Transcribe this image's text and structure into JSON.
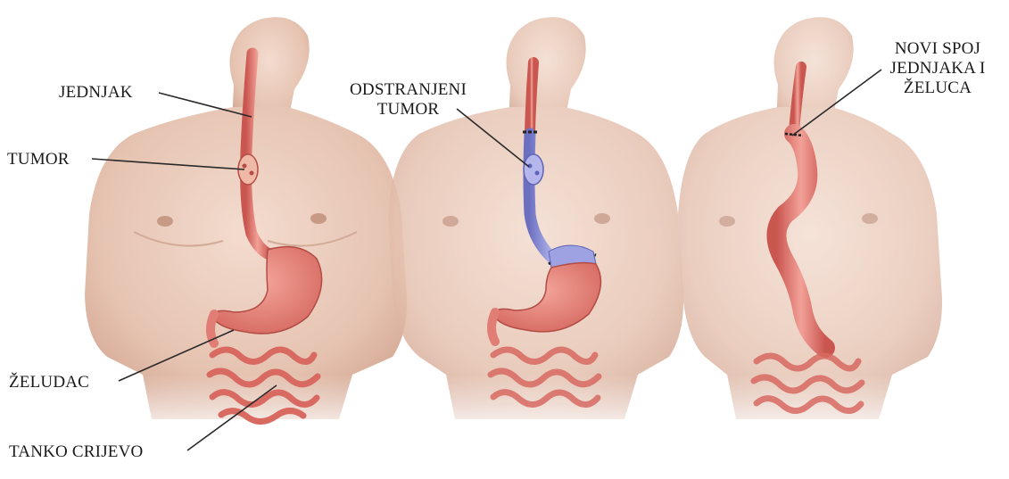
{
  "labels": {
    "esophagus": "JEDNJAK",
    "tumor": "TUMOR",
    "removed_tumor_line1": "ODSTRANJENI",
    "removed_tumor_line2": "TUMOR",
    "stomach": "ŽELUDAC",
    "small_intestine": "TANKO CRIJEVO",
    "new_junction_line1": "NOVI SPOJ",
    "new_junction_line2": "JEDNJAKA I",
    "new_junction_line3": "ŽELUCA"
  },
  "colors": {
    "skin": "#e9cdbd",
    "skin_shadow": "#d7b09d",
    "organ": "#e8867d",
    "organ_dark": "#c9564f",
    "removed_section": "#8f93d8",
    "removed_section_dark": "#6b6fc0",
    "leader_line": "#2a2a2a"
  }
}
